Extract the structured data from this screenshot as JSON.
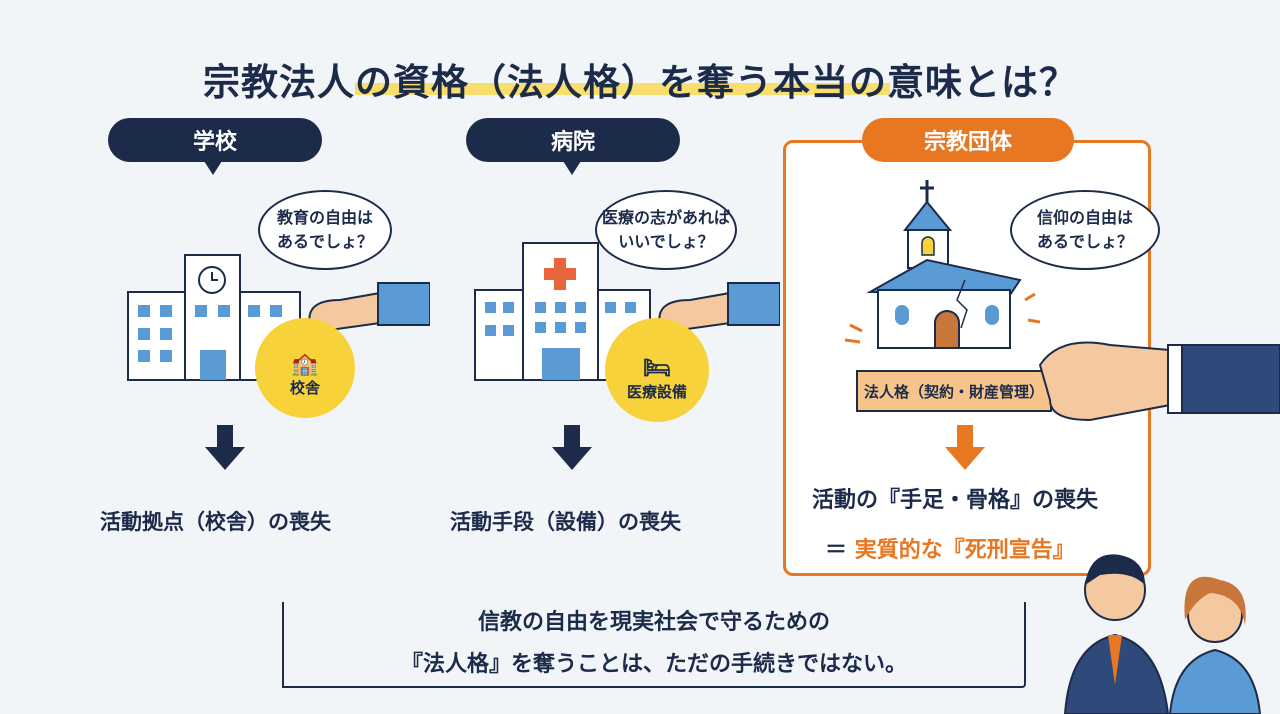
{
  "title": "宗教法人の資格（法人格）を奪う本当の意味とは？",
  "columns": [
    {
      "label": "学校",
      "speech": [
        "教育の自由は",
        "あるでしょ？"
      ],
      "item": "校舎",
      "result": "活動拠点（校舎）の喪失"
    },
    {
      "label": "病院",
      "speech": [
        "医療の志があれば",
        "いいでしょ？"
      ],
      "item": "医療設備",
      "result": "活動手段（設備）の喪失"
    },
    {
      "label": "宗教団体",
      "speech": [
        "信仰の自由は",
        "あるでしょ？"
      ],
      "item": "法人格（契約・財産管理）",
      "result": "活動の『手足・骨格』の喪失",
      "conclusion_prefix": "＝",
      "conclusion": "実質的な『死刑宣告』"
    }
  ],
  "footer": [
    "信教の自由を現実社会で守るための",
    "『法人格』を奪うことは、ただの手続きではない。"
  ],
  "colors": {
    "navy": "#1c2b4a",
    "orange": "#e87722",
    "yellow": "#f7d23b"
  }
}
